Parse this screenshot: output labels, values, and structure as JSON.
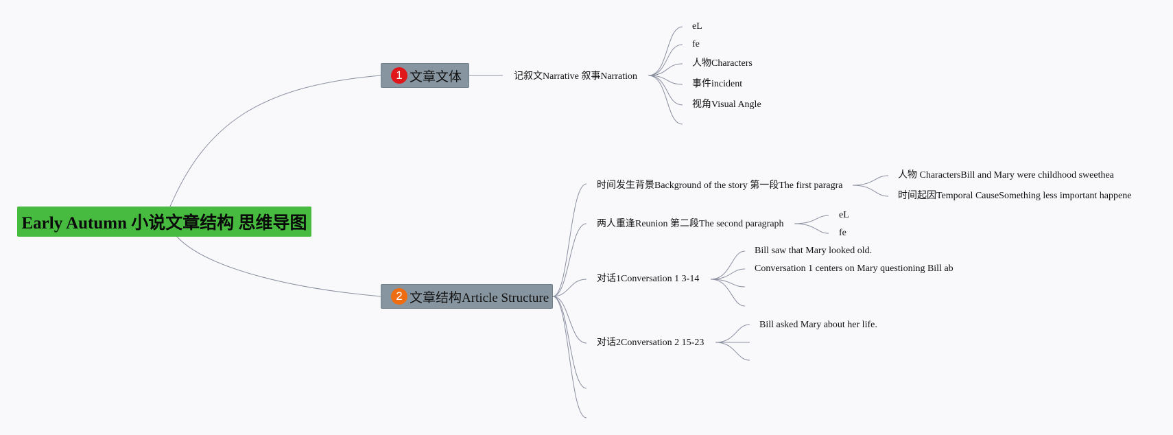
{
  "root": {
    "title": "Early Autumn 小说文章结构 思维导图",
    "color": "#47bb3f"
  },
  "topics": [
    {
      "marker": "1",
      "marker_color": "#e0171a",
      "label": "文章文体",
      "children": [
        {
          "label": "记叙文Narrative 叙事Narration",
          "children": [
            "eL",
            "fe",
            "人物Characters",
            "事件incident",
            "视角Visual Angle",
            ""
          ]
        }
      ]
    },
    {
      "marker": "2",
      "marker_color": "#ee6d12",
      "label": "文章结构Article Structure",
      "children": [
        {
          "label": "时间发生背景Background of the story 第一段The first paragra",
          "children": [
            "人物 CharactersBill and Mary were childhood sweethea",
            "时间起因Temporal CauseSomething less important happene"
          ]
        },
        {
          "label": "两人重逢Reunion 第二段The second paragraph",
          "children": [
            "eL",
            "fe"
          ]
        },
        {
          "label": "对话1Conversation 1 3-14",
          "children": [
            "Bill saw that Mary looked old.",
            "Conversation 1 centers on Mary questioning Bill ab",
            "",
            ""
          ]
        },
        {
          "label": "对话2Conversation 2 15-23",
          "children": [
            "Bill asked Mary about her life.",
            "",
            ""
          ]
        },
        {
          "label": "",
          "children": []
        },
        {
          "label": "",
          "children": []
        }
      ]
    }
  ],
  "link_color": "#8a8fa0",
  "topic_color": "#86959f"
}
